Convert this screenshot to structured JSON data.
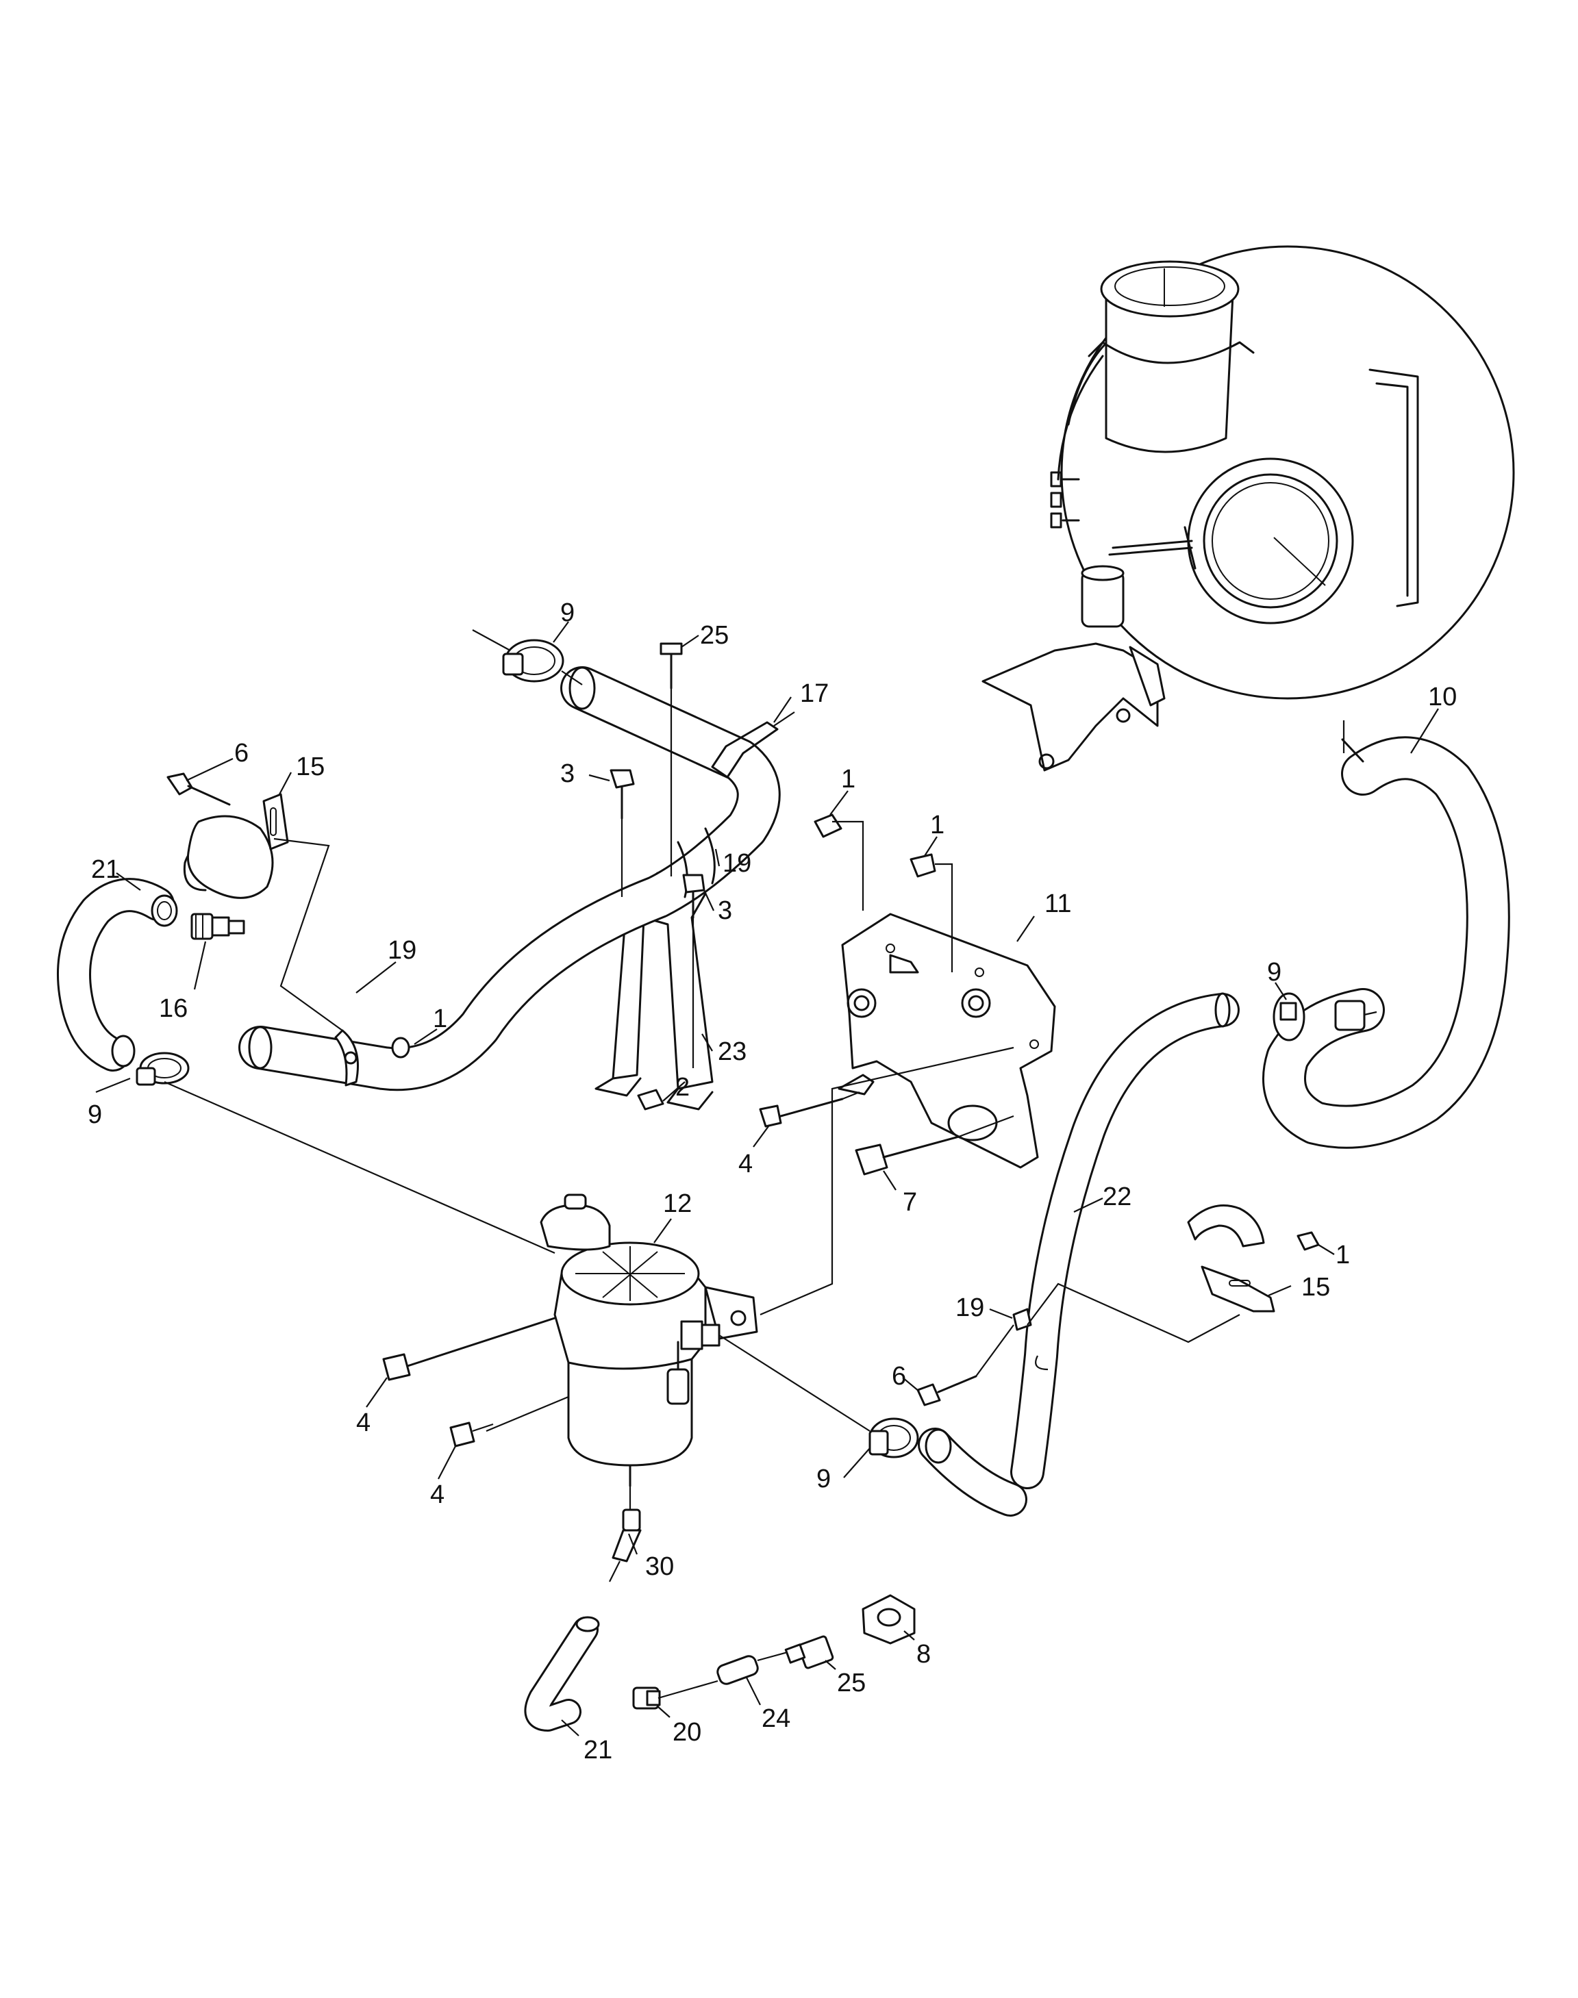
{
  "callouts": {
    "c9_top": "9",
    "c25_top": "25",
    "c17": "17",
    "c6_left": "6",
    "c15_left": "15",
    "c3_a": "3",
    "c19_a": "19",
    "c3_b": "3",
    "c21_left": "21",
    "c19_b": "19",
    "c1_left": "1",
    "c16": "16",
    "c23": "23",
    "c2": "2",
    "c9_left": "9",
    "c1_bracket_a": "1",
    "c1_bracket_b": "1",
    "c11": "11",
    "c4_a": "4",
    "c7": "7",
    "c10": "10",
    "c9_right": "9",
    "c22": "22",
    "c12": "12",
    "c1_right": "1",
    "c15_right": "15",
    "c19_c": "19",
    "c6_right": "6",
    "c4_b": "4",
    "c4_c": "4",
    "c9_bottom": "9",
    "c30": "30",
    "c8": "8",
    "c25_bottom": "25",
    "c24": "24",
    "c20": "20",
    "c21_bottom": "21"
  }
}
